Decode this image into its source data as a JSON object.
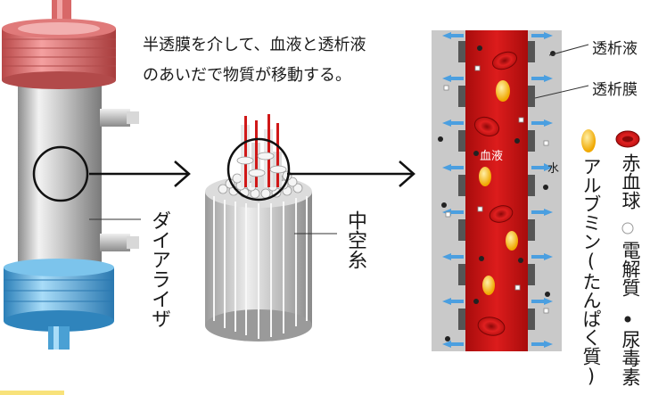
{
  "caption": {
    "line1": "半透膜を介して、血液と透析液",
    "line2": "のあいだで物質が移動する。"
  },
  "labels": {
    "dialyzer": "ダイアライザ",
    "hollow_fiber": "中空糸",
    "dialysate": "透析液",
    "membrane": "透析膜",
    "blood": "血液",
    "water": "水"
  },
  "legend": {
    "red_blood_cell": "赤血球",
    "electrolyte": "電解質",
    "uremic_toxin": "尿毒素",
    "albumin": "アルブミン(たんぱく質)"
  },
  "colors": {
    "blood": "#d21818",
    "red_cell": "#c41616",
    "albumin": "#f6b400",
    "dialyzer_cap": "#e07070",
    "dialyzer_base": "#4aa8dc",
    "flow_arrow": "#4b9fe0",
    "membrane_wall": "#c6c6c6"
  }
}
